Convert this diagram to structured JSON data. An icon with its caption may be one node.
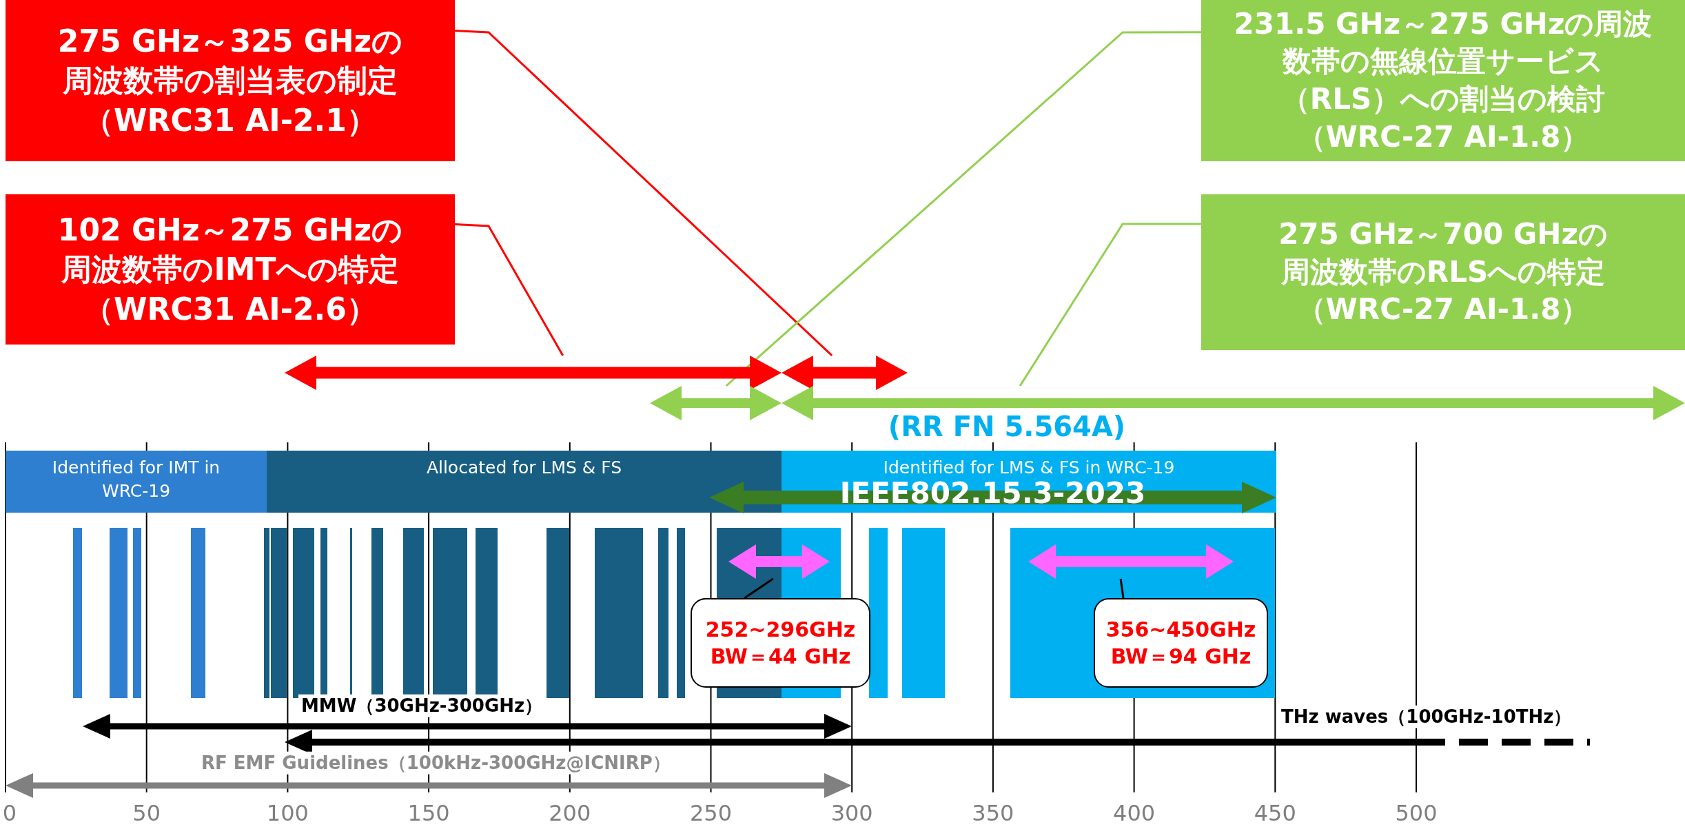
{
  "diagram": {
    "nodes": [
      {
        "text": [
          "275 GHz～325 GHzの周波数帯の割当表の制定（WRC31 AI-2.1）"
        ]
      },
      {
        "text": [
          "231.5 GHz～275 GHzの周波数帯の無線位置サービス（RLS）への割当の検討（WRC-27 AI-1.8）"
        ]
      },
      {
        "text": [
          "102 GHz～275 GHzの周波数帯のIMTへの特定（WRC31 AI-2.6）"
        ]
      },
      {
        "text": [
          "275 GHz～700 GHzの周波数帯のRLSへの特定（WRC-27 AI-1.8）"
        ]
      },
      {
        "text": [],
        "shape": "arrow"
      },
      {
        "text": [],
        "shape": "arrow"
      },
      {
        "text": [],
        "shape": "arrow"
      },
      {
        "text": [],
        "shape": "arrow"
      },
      {
        "text": [
          "Identified for IMT in WRC-19"
        ]
      },
      {
        "text": [
          "Allocated for LMS & FS"
        ]
      },
      {
        "text": [
          "Identified for LMS & FS in WRC-19"
        ]
      },
      {
        "text": [
          "IEEE802.15.3-2023"
        ]
      },
      {
        "text": [],
        "shape": "arrow"
      },
      {
        "text": [],
        "shape": "arrow"
      },
      {
        "text": [
          "252~296GHz BW＝44 GHz"
        ]
      },
      {
        "text": [
          "356~450GHz BW＝94 GHz"
        ]
      }
    ],
    "edges": [
      {
        "from": 0,
        "to": 5,
        "arrow": "none",
        "color": "#ff0000"
      },
      {
        "from": 2,
        "to": 4,
        "arrow": "none",
        "color": "#ff0000"
      },
      {
        "from": 1,
        "to": 6,
        "arrow": "none",
        "color": "#92d050"
      },
      {
        "from": 3,
        "to": 7,
        "arrow": "none",
        "color": "#92d050"
      },
      {
        "from": 14,
        "to": 12,
        "arrow": "none",
        "color": "#000000"
      },
      {
        "from": 15,
        "to": 13,
        "arrow": "none",
        "color": "#000000"
      }
    ],
    "labels": [
      "(RR FN 5.564A)",
      "MMW（30GHz-300GHz）",
      "THz waves（100GHz-10THz）",
      "RF EMF Guidelines（100kHz-300GHz@ICNIRP）",
      "0",
      "50",
      "100",
      "150",
      "200",
      "250",
      "300",
      "350",
      "400",
      "450",
      "500"
    ]
  }
}
